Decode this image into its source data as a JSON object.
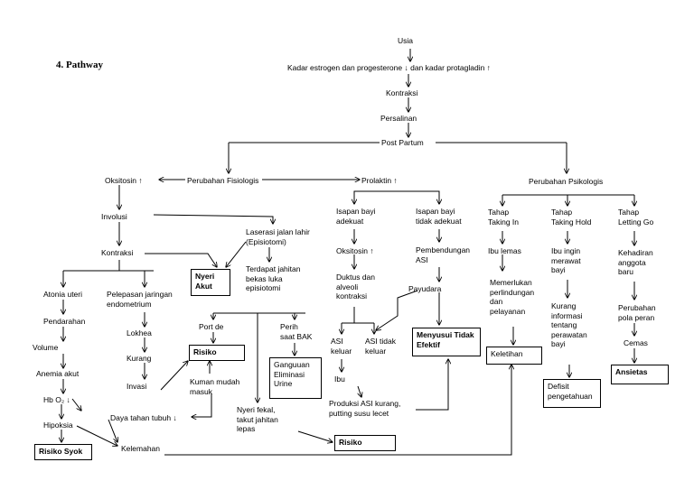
{
  "heading": "4.  Pathway",
  "nodes": {
    "usia": "Usia",
    "kadar": "Kadar estrogen dan progesterone ↓ dan kadar protagladin ↑",
    "kontraksi_top": "Kontraksi",
    "persalinan": "Persalinan",
    "post_partum": "Post Partum",
    "oksitosin": "Oksitosin ↑",
    "perubahan_fisiologis": "Perubahan Fisiologis",
    "prolaktin": "Prolaktin ↑",
    "perubahan_psikologis": "Perubahan Psikologis",
    "involusi": "Involusi",
    "kontraksi_left": "Kontraksi",
    "laserasi": "Laserasi jalan lahir\n(Episiotomi)",
    "nyeri_akut": "Nyeri\nAkut",
    "terdapat_jahitan": "Terdapat jahitan\nbekas luka\nepisiotomi",
    "atonia": "Atonia uteri",
    "pelepasan": "Pelepasan jaringan\nendometrium",
    "pendarahan": "Pendarahan",
    "lokhea": "Lokhea",
    "volume": "Volume",
    "kurang": "Kurang",
    "anemia": "Anemia akut",
    "invasi": "Invasi",
    "hbo2": "Hb O₂ ↓",
    "hipoksia": "Hipoksia",
    "risiko_syok": "Risiko Syok",
    "kelemahan": "Kelemahan",
    "daya_tahan": "Daya tahan tubuh ↓",
    "port_de": "Port de",
    "risiko_mid": "Risiko",
    "kuman": "Kuman mudah\nmasuk",
    "perih": "Perih\nsaat BAK",
    "gangguan": "Ganguuan\nEliminasi\nUrine",
    "nyeri_fekal": "Nyeri fekal,\ntakut jahitan\nlepas",
    "risiko_bottom": "Risiko",
    "isapan_adekuat": "Isapan bayi\nadekuat",
    "isapan_tidak": "Isapan bayi\ntidak adekuat",
    "oksitosin2": "Oksitosin ↑",
    "pembendungan": "Pembendungan\nASI",
    "duktus": "Duktus dan\nalveoli\nkontraksi",
    "payudara": "Payudara",
    "asi_keluar": "ASI\nkeluar",
    "asi_tidak": "ASI tidak\nkeluar",
    "ibu": "Ibu",
    "menyusui": "Menyusui Tidak\nEfektif",
    "produksi": "Produksi ASI kurang,\nputting susu lecet",
    "tahap_in": "Tahap\nTaking In",
    "tahap_hold": "Tahap\nTaking Hold",
    "tahap_go": "Tahap\nLetting Go",
    "ibu_lemas": "Ibu lemas",
    "memerlukan": "Memerlukan\nperlindungan\ndan\npelayanan",
    "keletihan": "Keletihan",
    "ibu_ingin": "Ibu ingin\nmerawat\nbayi",
    "kurang_info": "Kurang\ninformasi\ntentang\nperawatan\nbayi",
    "defisit": "Defisit\npengetahuan",
    "kehadiran": "Kehadiran\nanggota\nbaru",
    "perubahan_pola": "Perubahan\npola peran",
    "cemas": "Cemas",
    "ansietas": "Ansietas"
  }
}
